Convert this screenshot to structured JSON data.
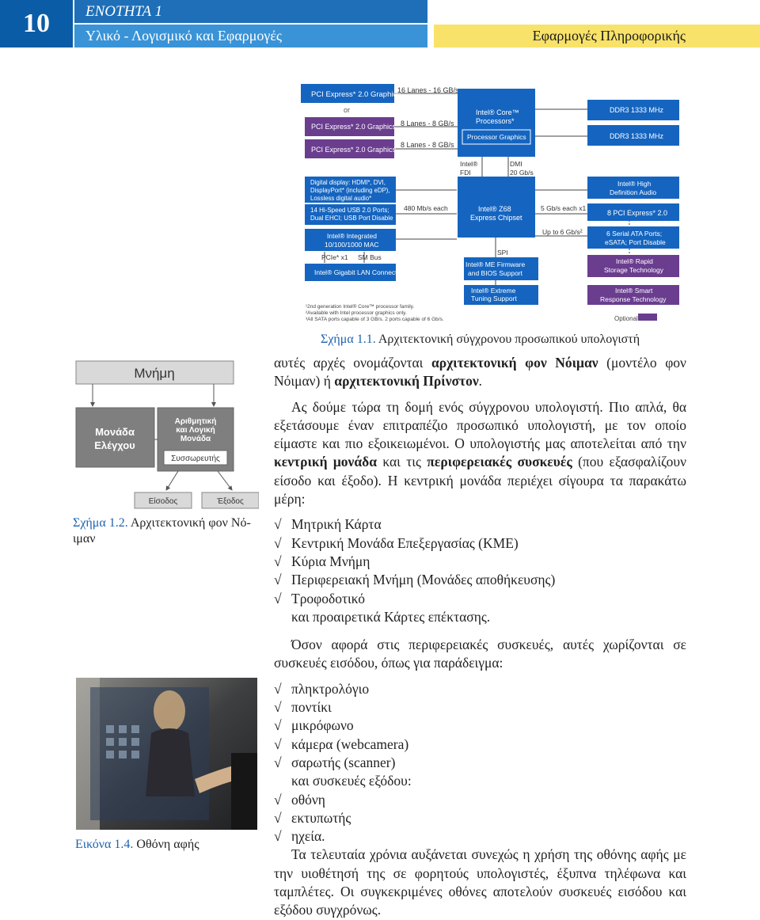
{
  "header": {
    "page_number": "10",
    "unit": "ΕΝΟΤΗΤΑ 1",
    "unit_subtitle": "Υλικό - Λογισμικό και Εφαρμογές",
    "book_title": "Εφαρμογές Πληροφορικής"
  },
  "figure_1_1": {
    "caption_label": "Σχήμα 1.1.",
    "caption_text": " Αρχιτεκτονική σύγχρονου προσωπικού υπολογιστή",
    "boxes": {
      "pcie_graphics_top": "PCI Express* 2.0 Graphics",
      "or": "or",
      "pcie_graphics_mid": "PCI Express* 2.0 Graphics",
      "pcie_graphics_bottom": "PCI Express* 2.0 Graphics",
      "cpu_title_1": "Intel® Core™",
      "cpu_title_2": "Processors*",
      "processor_graphics": "Processor Graphics",
      "ddr3_a": "DDR3 1333 MHz",
      "ddr3_b": "DDR3 1333 MHz",
      "digital_display_1": "Digital display: HDMI*, DVI,",
      "digital_display_2": "DisplayPort* (including eDP),",
      "digital_display_3": "Lossless digital audio*",
      "usb_1": "14 Hi-Speed USB 2.0 Ports;",
      "usb_2": "Dual EHCI; USB Port Disable",
      "mac_1": "Intel® Integrated",
      "mac_2": "10/100/1000 MAC",
      "lan": "Intel® Gigabit LAN Connect",
      "z68_1": "Intel® Z68",
      "z68_2": "Express Chipset",
      "me_1": "Intel® ME Firmware",
      "me_2": "and BIOS Support",
      "tuning_1": "Intel® Extreme",
      "tuning_2": "Tuning Support",
      "hd_audio_1": "Intel® High",
      "hd_audio_2": "Definition Audio",
      "pcie_8": "8 PCI Express* 2.0",
      "sata_1": "6 Serial ATA Ports;",
      "sata_2": "eSATA; Port Disable",
      "rst_1": "Intel® Rapid",
      "rst_2": "Storage Technology",
      "srt_1": "Intel® Smart",
      "srt_2": "Response Technology"
    },
    "labels": {
      "lanes16": "16 Lanes - 16 GB/s",
      "lanes8a": "8 Lanes - 8 GB/s",
      "lanes8b": "8 Lanes - 8 GB/s",
      "fdi_1": "Intel®",
      "fdi_2": "FDI",
      "dmi_1": "DMI",
      "dmi_2": "20 Gb/s",
      "usb_speed": "480 Mb/s each",
      "pcie_speed": "5 Gb/s each x1",
      "sata_speed": "Up to 6 Gb/s²",
      "pcie_x1": "PCIe* x1",
      "sm_bus": "SM Bus",
      "spi": "SPI",
      "optional": "Optional"
    },
    "footnotes": [
      "¹2nd generation Intel® Core™ processor family.",
      "²Available with Intel processor graphics only.",
      "³All SATA ports capable of 3 GB/s. 2 ports capable of 6 Gb/s."
    ],
    "colors": {
      "blue": "#1565c0",
      "purple": "#6a3d8f"
    }
  },
  "figure_1_2": {
    "caption_label": "Σχήμα 1.2.",
    "caption_text": " Αρχιτεκτονική φον Νό-",
    "caption_text_2": "ιμαν",
    "memory": "Μνήμη",
    "control_1": "Μονάδα",
    "control_2": "Ελέγχου",
    "alu_1": "Αριθμητική",
    "alu_2": "και Λογική",
    "alu_3": "Μονάδα",
    "accumulator": "Συσσωρευτής",
    "input": "Είσοδος",
    "output": "Έξοδος"
  },
  "figure_1_4": {
    "caption_label": "Εικόνα 1.4.",
    "caption_text": " Οθόνη αφής"
  },
  "body": {
    "p1_a": "αυτές αρχές ονομάζονται ",
    "p1_b": "αρχιτεκτονική φον Νόιμαν",
    "p1_c": " (μοντέλο φον Νόιμαν) ή ",
    "p1_d": "αρχιτεκτονική Πρίνστον",
    "p1_e": ".",
    "p2_a": "Ας δούμε τώρα τη δομή ενός σύγχρονου υπολογιστή. Πιο απλά, θα εξετάσουμε έναν επιτραπέζιο προσωπικό υπολογιστή, με τον οποίο είμαστε και πιο εξοικειωμένοι. Ο υπολογιστής μας αποτελείται από την ",
    "p2_b": "κεντρική μονάδα",
    "p2_c": " και τις ",
    "p2_d": "περιφερειακές συσκευές",
    "p2_e": " (που εξασφαλίζουν είσοδο και έξοδο). Η κεντρική μονάδα περιέχει σίγουρα τα παρακάτω μέρη:",
    "check": "√",
    "parts": [
      "Μητρική Κάρτα",
      "Κεντρική Μονάδα Επεξεργασίας (ΚΜΕ)",
      "Κύρια Μνήμη",
      "Περιφερειακή Μνήμη (Μονάδες αποθήκευσης)",
      "Τροφοδοτικό"
    ],
    "parts_after": "και προαιρετικά Κάρτες επέκτασης.",
    "p3": "Όσον αφορά στις περιφερειακές συσκευές, αυτές χωρίζονται σε συσκευές εισόδου, όπως για παράδειγμα:",
    "inputs": [
      "πληκτρολόγιο",
      "ποντίκι",
      "μικρόφωνο",
      "κάμερα (webcamera)",
      "σαρωτής (scanner)"
    ],
    "outputs_intro": "και συσκευές εξόδου:",
    "outputs": [
      "οθόνη",
      "εκτυπωτής",
      "ηχεία."
    ],
    "p4": "Τα τελευταία χρόνια αυξάνεται συνεχώς η χρήση της οθόνης αφής με την υιοθέτησή της σε φορητούς υπολογιστές, έξυπνα τηλέφωνα και ταμπλέτες. Οι συγκεκριμένες οθόνες αποτελούν συσκευές εισόδου και εξόδου συγχρόνως."
  }
}
